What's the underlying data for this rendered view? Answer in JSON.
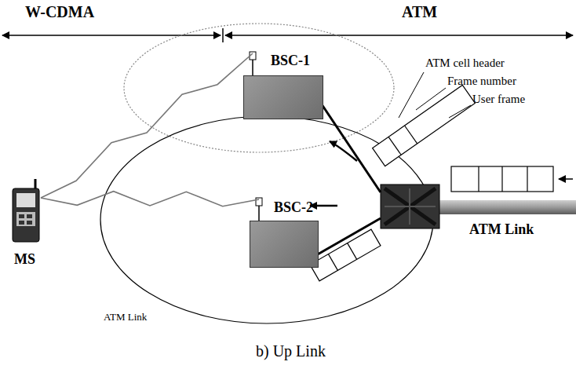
{
  "diagram": {
    "caption": "b) Up Link",
    "nodes": [
      {
        "text": [
          "MS"
        ]
      },
      {
        "text": [
          "BSC-1"
        ]
      },
      {
        "text": [
          "BSC-2"
        ]
      }
    ],
    "edges": [
      {
        "from": 0,
        "to": 1,
        "arrow": "none"
      },
      {
        "from": 0,
        "to": 2,
        "arrow": "none"
      }
    ],
    "labels": [
      "W-CDMA",
      "ATM",
      "ATM cell header",
      "Frame number",
      "User frame",
      "ATM Link",
      "ATM Link"
    ]
  }
}
